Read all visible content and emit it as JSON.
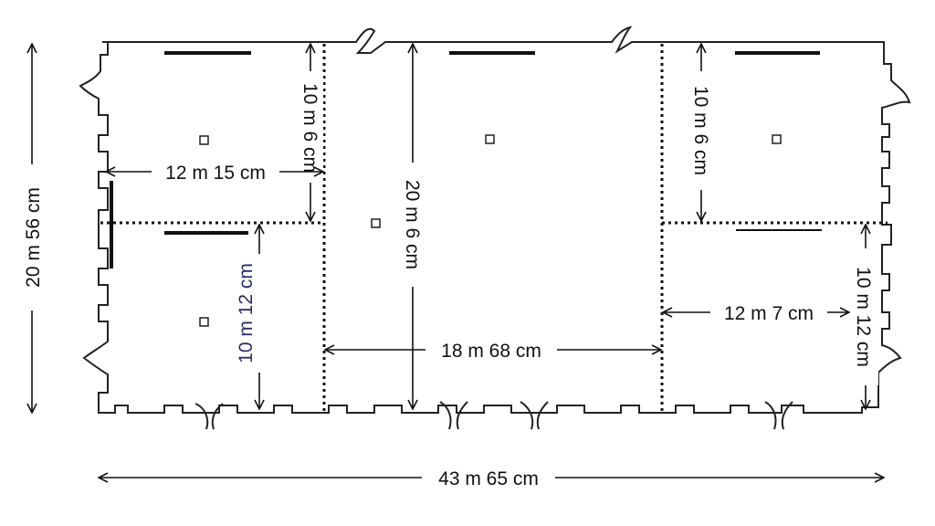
{
  "diagram": {
    "type": "floor-plan",
    "background": "#ffffff",
    "ink": "#111111",
    "accent_label_color": "#2a2a6e",
    "labels": {
      "overall_height": "20 m 56 cm",
      "overall_width": "43 m 65 cm",
      "room1_upper_height": "10 m 6 cm",
      "room1_width": "12 m 15 cm",
      "room1_lower_height": "10 m 12 cm",
      "hall_height": "20 m 6 cm",
      "hall_width": "18 m 68 cm",
      "room3_upper_height": "10 m 6 cm",
      "room3_width": "12 m 7 cm",
      "room3_lower_height": "10 m 12 cm"
    }
  }
}
